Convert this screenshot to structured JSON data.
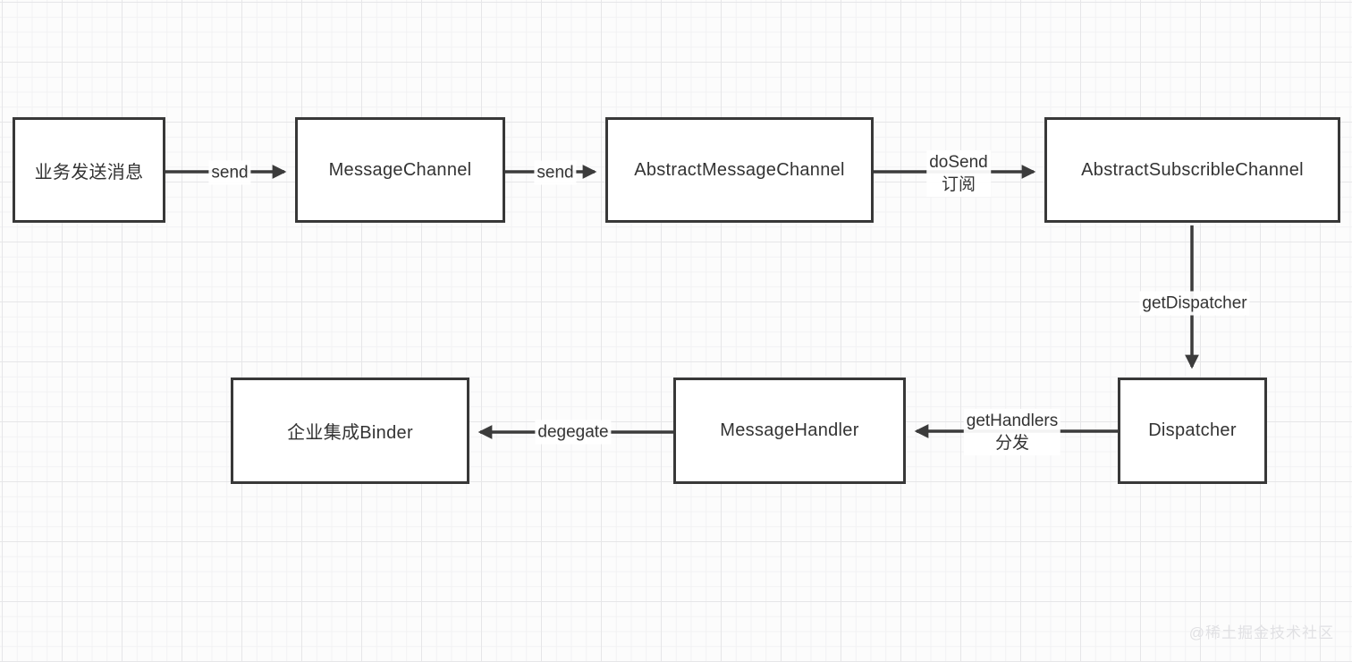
{
  "diagram": {
    "nodes": [
      {
        "id": "business",
        "label": "业务发送消息"
      },
      {
        "id": "message-channel",
        "label": "MessageChannel"
      },
      {
        "id": "abstract-message-channel",
        "label": "AbstractMessageChannel"
      },
      {
        "id": "abstract-subscrible-channel",
        "label": "AbstractSubscribleChannel"
      },
      {
        "id": "dispatcher",
        "label": "Dispatcher"
      },
      {
        "id": "message-handler",
        "label": "MessageHandler"
      },
      {
        "id": "enterprise-binder",
        "label": "企业集成Binder"
      }
    ],
    "edges": [
      {
        "from": "business",
        "to": "message-channel",
        "label": "send"
      },
      {
        "from": "message-channel",
        "to": "abstract-message-channel",
        "label": "send"
      },
      {
        "from": "abstract-message-channel",
        "to": "abstract-subscrible-channel",
        "label": "doSend",
        "label2": "订阅"
      },
      {
        "from": "abstract-subscrible-channel",
        "to": "dispatcher",
        "label": "getDispatcher"
      },
      {
        "from": "dispatcher",
        "to": "message-handler",
        "label": "getHandlers",
        "label2": "分发"
      },
      {
        "from": "message-handler",
        "to": "enterprise-binder",
        "label": "degegate"
      }
    ],
    "watermark": "@稀土掘金技术社区",
    "colors": {
      "node_border": "#383838",
      "node_fill": "#ffffff",
      "arrow": "#3b3b3b",
      "text": "#333333",
      "grid_minor": "#f2f2f3",
      "grid_major": "#e6e6e8",
      "watermark": "#e1e1e4"
    }
  }
}
